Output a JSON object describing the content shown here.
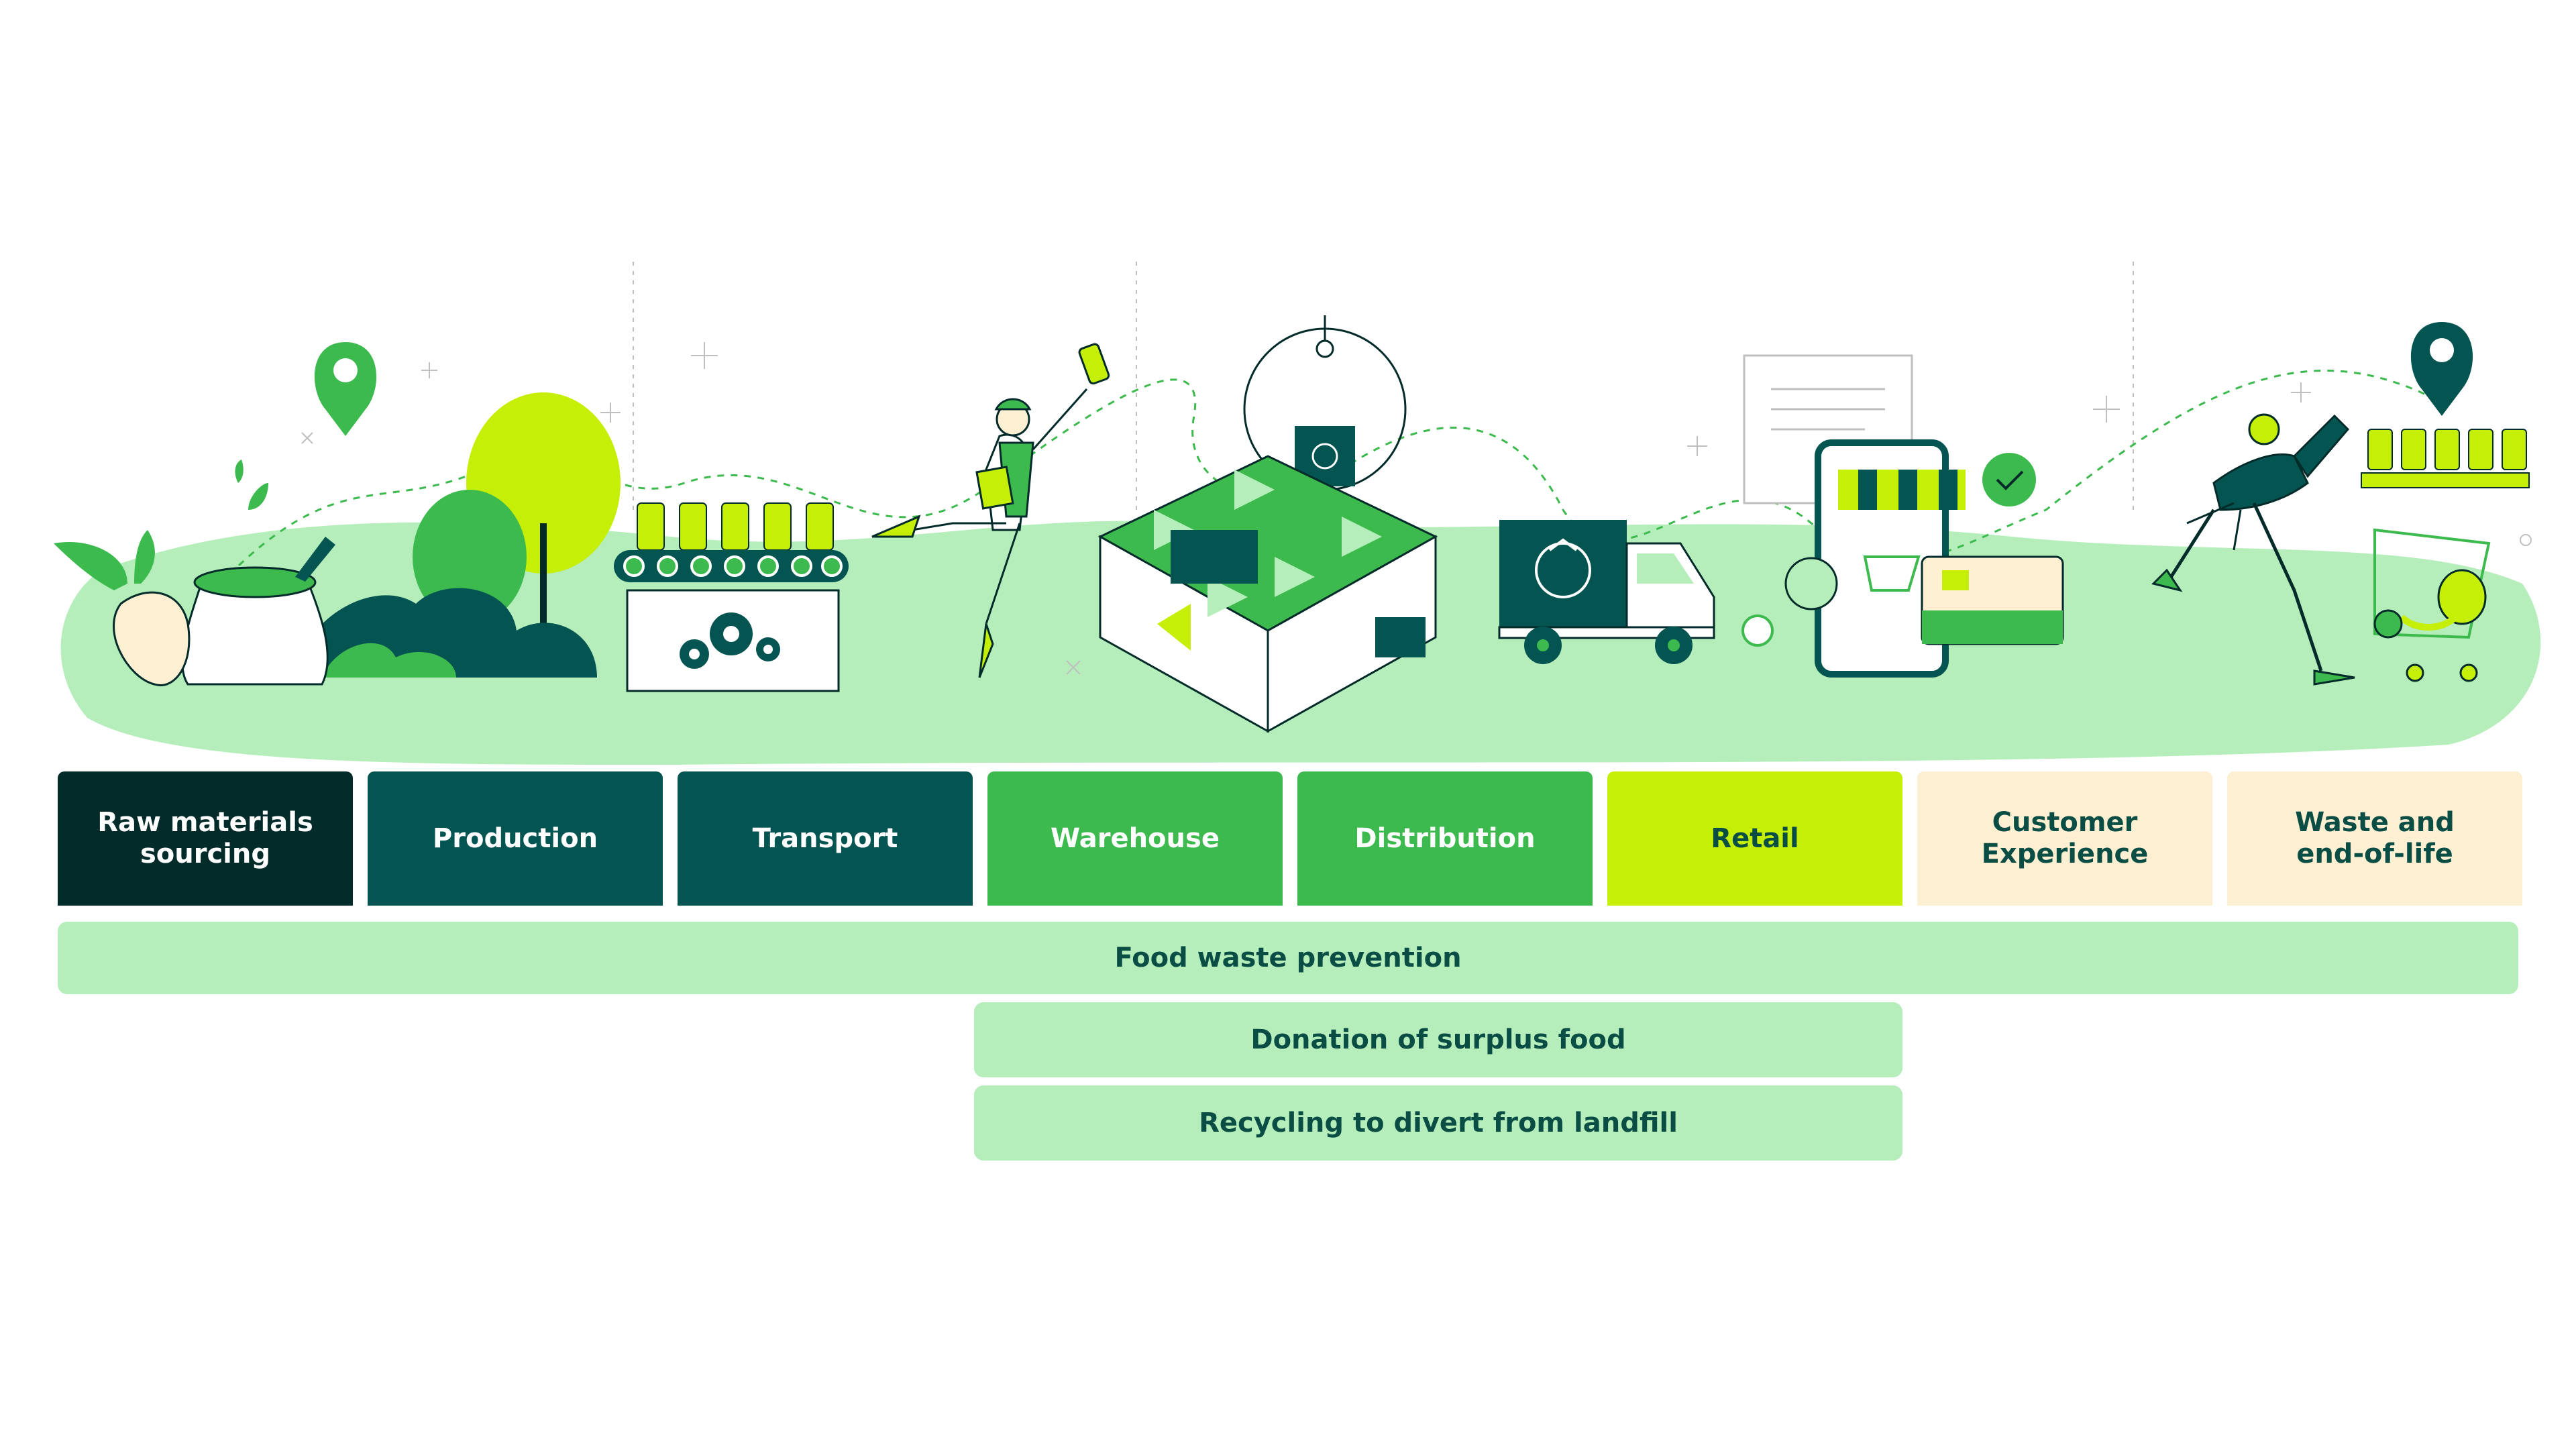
{
  "stages": [
    {
      "id": "raw",
      "label": "Raw materials\nsourcing",
      "bg": "#022b29",
      "fg": "#ffffff"
    },
    {
      "id": "production",
      "label": "Production",
      "bg": "#045551",
      "fg": "#ffffff"
    },
    {
      "id": "transport",
      "label": "Transport",
      "bg": "#045551",
      "fg": "#ffffff"
    },
    {
      "id": "warehouse",
      "label": "Warehouse",
      "bg": "#3dba4e",
      "fg": "#ffffff"
    },
    {
      "id": "distribution",
      "label": "Distribution",
      "bg": "#3dba4e",
      "fg": "#ffffff"
    },
    {
      "id": "retail",
      "label": "Retail",
      "bg": "#c5ef06",
      "fg": "#0a4d45"
    },
    {
      "id": "customer",
      "label": "Customer\nExperience",
      "bg": "#fcefd2",
      "fg": "#0a4d45"
    },
    {
      "id": "waste",
      "label": "Waste and\nend-of-life",
      "bg": "#fcefd2",
      "fg": "#0a4d45"
    }
  ],
  "initiatives": {
    "food_waste": "Food waste prevention",
    "donation": "Donation of surplus food",
    "recycling": "Recycling to divert from landfill"
  },
  "colors": {
    "dark": "#045551",
    "darkest": "#022b29",
    "green": "#3dba4e",
    "lime": "#c5ef06",
    "pale": "#b5eebb",
    "cream": "#fcefd2"
  }
}
